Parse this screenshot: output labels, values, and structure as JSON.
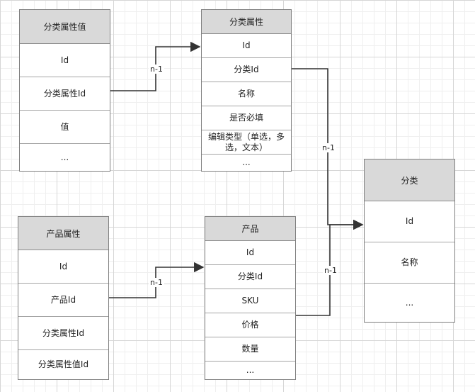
{
  "entities": {
    "attr_value": {
      "title": "分类属性值",
      "rows": [
        "Id",
        "分类属性Id",
        "值",
        "..."
      ]
    },
    "attr": {
      "title": "分类属性",
      "rows": [
        "Id",
        "分类Id",
        "名称",
        "是否必填",
        "编辑类型（单选，多选，文本）",
        "..."
      ]
    },
    "category": {
      "title": "分类",
      "rows": [
        "Id",
        "名称",
        "..."
      ]
    },
    "product_attr": {
      "title": "产品属性",
      "rows": [
        "Id",
        "产品Id",
        "分类属性Id",
        "分类属性值Id"
      ]
    },
    "product": {
      "title": "产品",
      "rows": [
        "Id",
        "分类Id",
        "SKU",
        "价格",
        "数量",
        "..."
      ]
    }
  },
  "relations": [
    {
      "label": "n-1"
    },
    {
      "label": "n-1"
    },
    {
      "label": "n-1"
    },
    {
      "label": "n-1"
    }
  ],
  "colors": {
    "entity_border": "#7f7f7f",
    "header_fill": "#d9d9d9",
    "connector": "#333333"
  }
}
